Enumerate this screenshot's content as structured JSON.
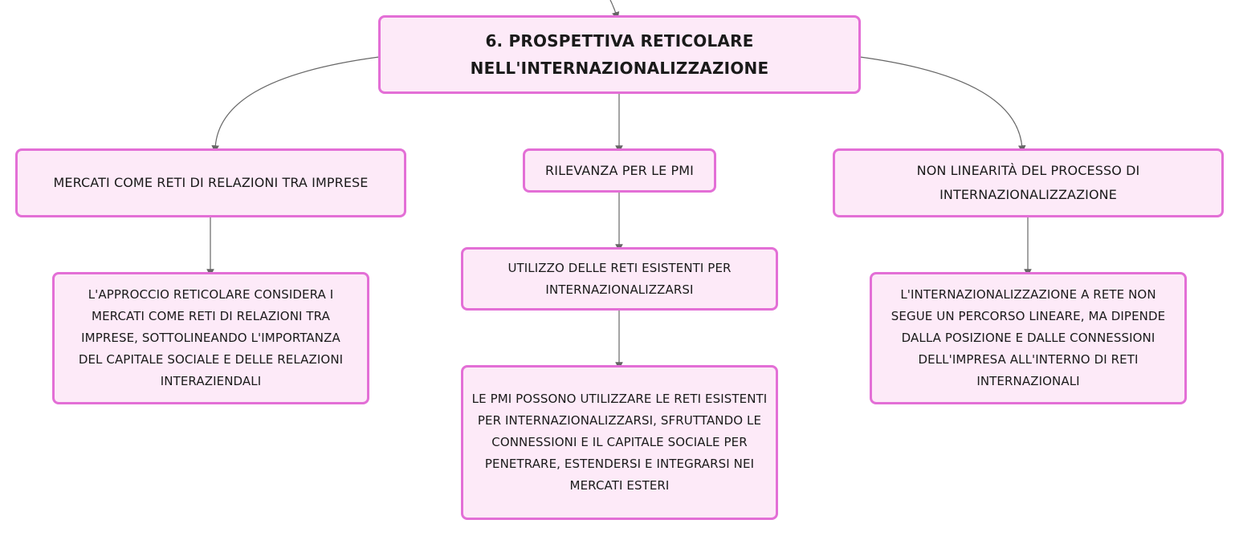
{
  "diagram": {
    "root": {
      "title": "6. PROSPETTIVA RETICOLARE NELL'INTERNAZIONALIZZAZIONE"
    },
    "branches": [
      {
        "label": "MERCATI COME RETI DI RELAZIONI TRA IMPRESE",
        "children": [
          {
            "text": "L'APPROCCIO RETICOLARE CONSIDERA I MERCATI COME RETI DI RELAZIONI TRA IMPRESE, SOTTOLINEANDO L'IMPORTANZA DEL CAPITALE SOCIALE E DELLE RELAZIONI INTERAZIENDALI"
          }
        ]
      },
      {
        "label": "RILEVANZA PER LE PMI",
        "children": [
          {
            "text": "UTILIZZO DELLE RETI ESISTENTI PER INTERNAZIONALIZZARSI"
          },
          {
            "text": "LE PMI POSSONO UTILIZZARE LE RETI ESISTENTI PER INTERNAZIONALIZZARSI, SFRUTTANDO LE CONNESSIONI E IL CAPITALE SOCIALE PER PENETRARE, ESTENDERSI E INTEGRARSI NEI MERCATI ESTERI"
          }
        ]
      },
      {
        "label": "NON LINEARITÀ DEL PROCESSO DI INTERNAZIONALIZZAZIONE",
        "children": [
          {
            "text": "L'INTERNAZIONALIZZAZIONE A RETE NON SEGUE UN PERCORSO LINEARE, MA DIPENDE DALLA POSIZIONE E DALLE CONNESSIONI DELL'IMPRESA ALL'INTERNO DI RETI INTERNAZIONALI"
          }
        ]
      }
    ],
    "colors": {
      "node_fill": "#fdeaf8",
      "node_border": "#e36fd6",
      "connector": "#666666"
    }
  }
}
